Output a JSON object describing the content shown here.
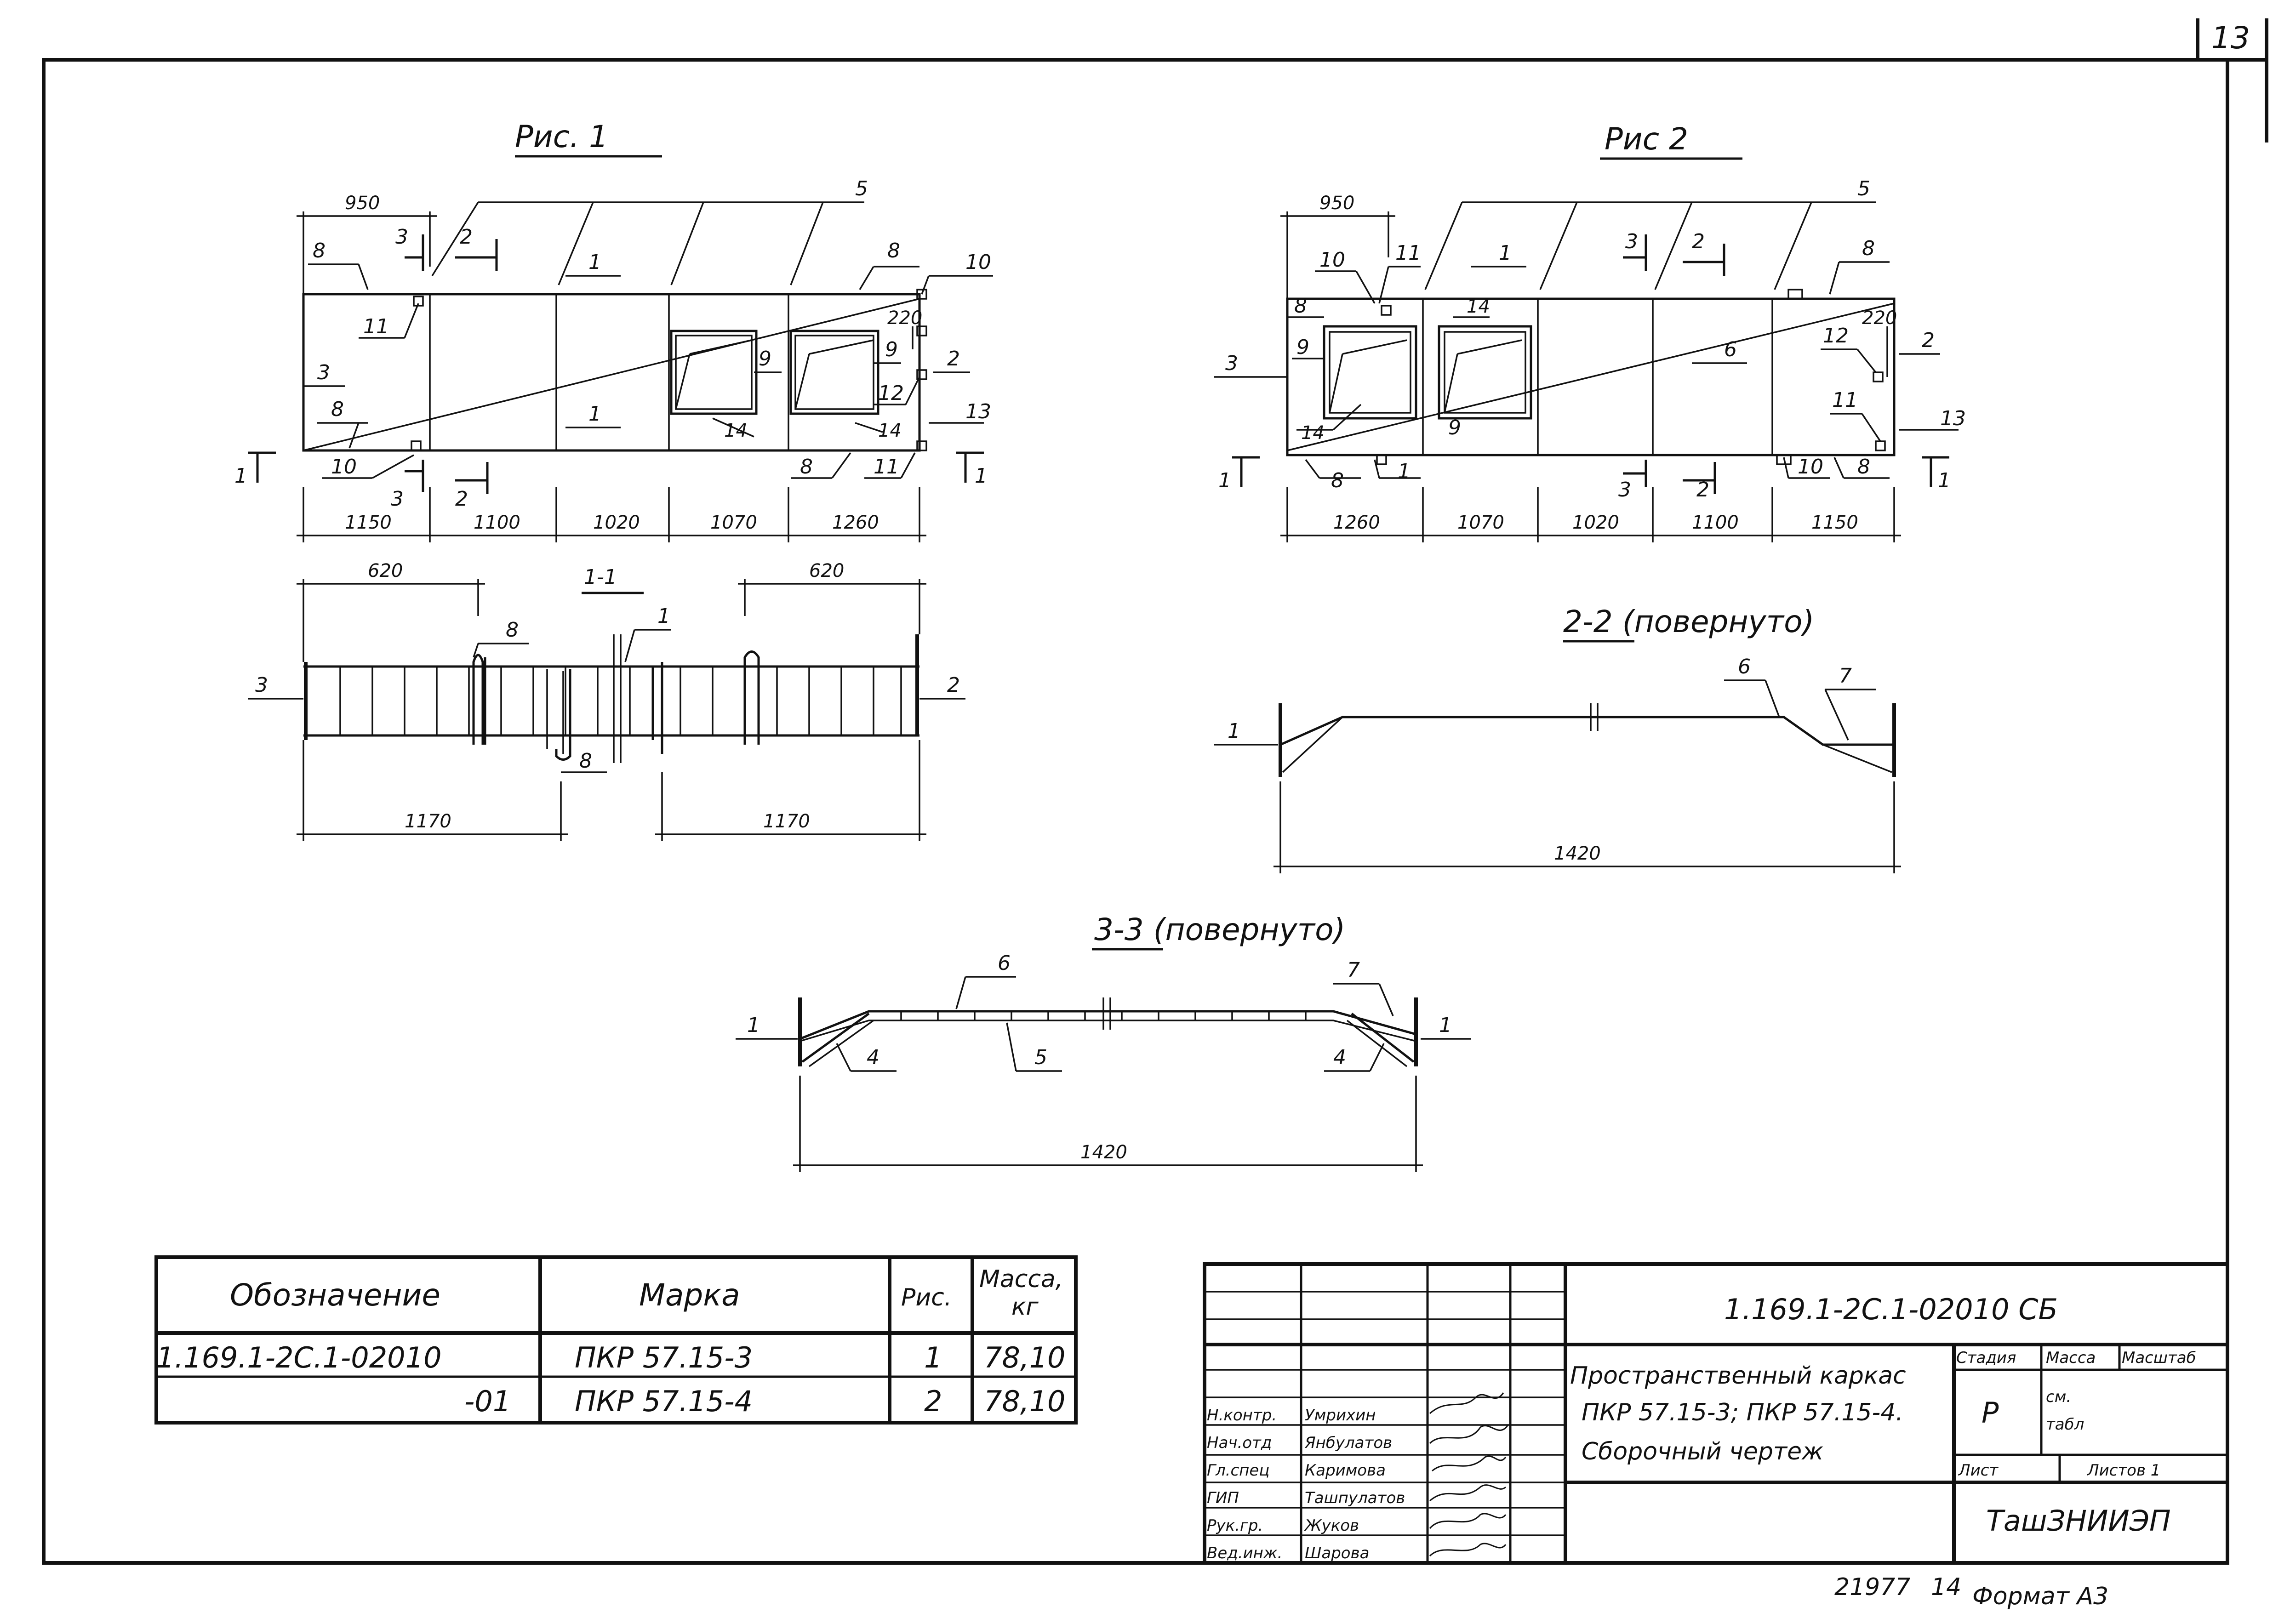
{
  "sheet": {
    "page_number": "13",
    "bottom_number": "21977",
    "bottom_14": "14",
    "format": "Формат А3"
  },
  "fig1": {
    "title": "Рис. 1",
    "top_dim": "950",
    "dims": [
      "1150",
      "1100",
      "1020",
      "1070",
      "1260"
    ],
    "dim_220": "220",
    "labels": {
      "l1": "1",
      "l2": "2",
      "l3": "3",
      "l5": "5",
      "l8": "8",
      "l9": "9",
      "l10": "10",
      "l11": "11",
      "l12": "12",
      "l13": "13",
      "l14": "14"
    },
    "cuts": {
      "c1": "1",
      "c2": "2",
      "c3": "3"
    }
  },
  "fig2": {
    "title": "Рис 2",
    "top_dim": "950",
    "dims": [
      "1260",
      "1070",
      "1020",
      "1100",
      "1150"
    ],
    "dim_220": "220",
    "labels": {
      "l1": "1",
      "l2": "2",
      "l3": "3",
      "l5": "5",
      "l6": "6",
      "l8": "8",
      "l9": "9",
      "l10": "10",
      "l11": "11",
      "l12": "12",
      "l13": "13",
      "l14": "14"
    },
    "cuts": {
      "c1": "1",
      "c2": "2",
      "c3": "3"
    }
  },
  "section11": {
    "title": "1-1",
    "top_dims": [
      "620",
      "620"
    ],
    "bottom_dims": [
      "1170",
      "1170"
    ],
    "labels": {
      "l1": "1",
      "l2": "2",
      "l3": "3",
      "l8": "8"
    }
  },
  "section22": {
    "title": "2-2 (повернуто)",
    "width": "1420",
    "labels": {
      "l1": "1",
      "l6": "6",
      "l7": "7"
    }
  },
  "section33": {
    "title": "3-3 (повернуто)",
    "width": "1420",
    "labels": {
      "l1": "1",
      "l4": "4",
      "l5": "5",
      "l6": "6",
      "l7": "7"
    }
  },
  "spec_table": {
    "headers": [
      "Обозначение",
      "Марка",
      "Рис.",
      "Масса, кг"
    ],
    "rows": [
      [
        "1.169.1-2С.1-02010",
        "ПКР 57.15-3",
        "1",
        "78,10"
      ],
      [
        "-01",
        "ПКР 57.15-4",
        "2",
        "78,10"
      ]
    ]
  },
  "title_block": {
    "doc_code": "1.169.1-2С.1-02010 СБ",
    "name_lines": [
      "Пространственный каркас",
      "ПКР 57.15-3; ПКР 57.15-4.",
      "Сборочный чертеж"
    ],
    "stage_label": "Стадия",
    "mass_label": "Масса",
    "scale_label": "Масштаб",
    "stage_value": "Р",
    "mass_value_1": "см.",
    "mass_value_2": "табл",
    "sheet_label": "Лист",
    "sheets_label": "Листов 1",
    "org": "ТашЗНИИЭП",
    "roles": [
      "Н.контр.",
      "Нач.отд",
      "Гл.спец",
      "ГИП",
      "Рук.гр.",
      "Вед.инж."
    ],
    "names": [
      "Умрихин",
      "Янбулатов",
      "Каримова",
      "Ташпулатов",
      "Жуков",
      "Шарова"
    ]
  }
}
